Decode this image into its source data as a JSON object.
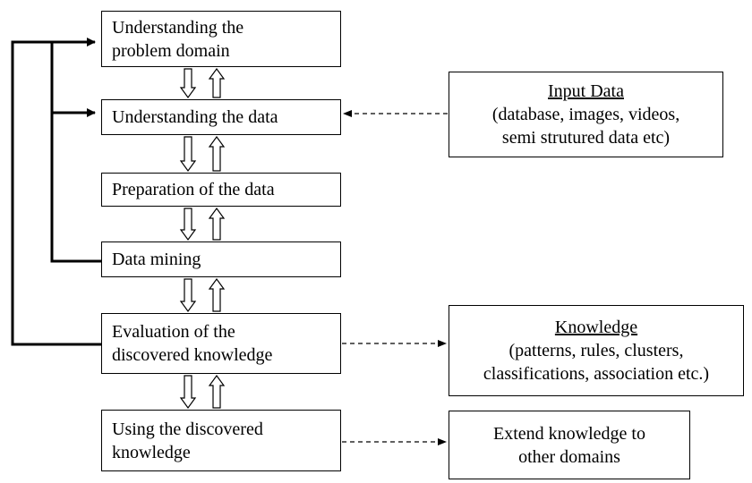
{
  "steps": [
    {
      "line1": "Understanding the",
      "line2": "problem domain"
    },
    {
      "line1": "Understanding the data"
    },
    {
      "line1": "Preparation of the data"
    },
    {
      "line1": "Data mining"
    },
    {
      "line1": "Evaluation of the",
      "line2": "discovered knowledge"
    },
    {
      "line1": "Using the discovered",
      "line2": "knowledge"
    }
  ],
  "input_data": {
    "title": "Input Data",
    "line1": "(database, images, videos,",
    "line2": "semi strutured data etc)"
  },
  "knowledge": {
    "title": "Knowledge",
    "line1": "(patterns, rules, clusters,",
    "line2": "classifications, association etc.)"
  },
  "extend": {
    "line1": "Extend knowledge to",
    "line2": "other domains"
  }
}
